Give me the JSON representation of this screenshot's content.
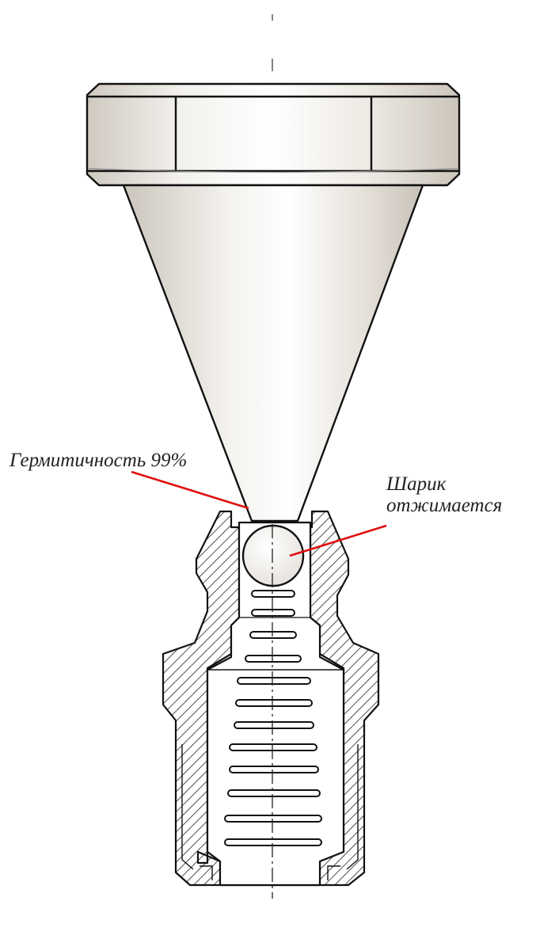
{
  "labels": {
    "tightness": "Гермитичность 99%",
    "ball_line1": "Шарик",
    "ball_line2": "отжимается"
  },
  "colors": {
    "outline": "#111111",
    "metal_light": "#f2efeb",
    "metal_mid": "#ddd8d1",
    "metal_dark": "#c9c3ba",
    "leader": "#e01010",
    "hatch": "#222222"
  },
  "icons": {
    "nut": "hex-nut-icon",
    "cone": "cone-nozzle-icon",
    "fitting": "grease-fitting-icon",
    "ball": "check-ball-icon",
    "spring": "coil-spring-icon"
  }
}
